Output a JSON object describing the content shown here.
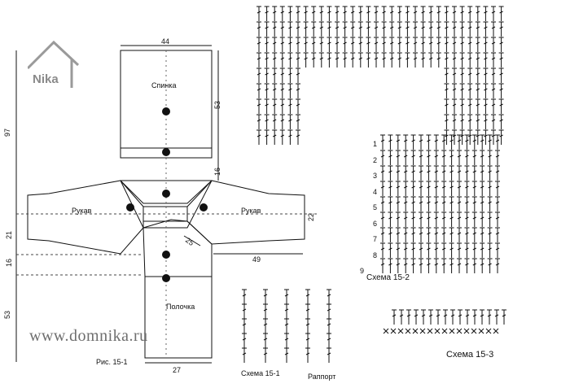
{
  "logo": {
    "text": "Nika",
    "icon": "house-roof-icon"
  },
  "watermark": {
    "site": "www.domnika.ru"
  },
  "pattern": {
    "figure_caption": "Рис. 15-1",
    "pieces": {
      "back": "Спинка",
      "front": "Полочка",
      "sleeve_left": "Рукав",
      "sleeve_right": "Рукав"
    },
    "dims": {
      "top_width": "44",
      "total_height": "97",
      "back_height": "53",
      "yoke": "16",
      "left_21": "21",
      "left_16": "16",
      "sleeve_end": "22",
      "sleeve_len": "49",
      "diag": "25",
      "front_height": "53",
      "bottom_width": "27"
    }
  },
  "schemes": {
    "s151": "Схема 15-1",
    "rapport": "Раппорт",
    "s152": "Схема 15-2",
    "s153": "Схема 15-3",
    "row_numbers": [
      "1",
      "2",
      "3",
      "4",
      "5",
      "6",
      "7",
      "8",
      "9"
    ]
  }
}
